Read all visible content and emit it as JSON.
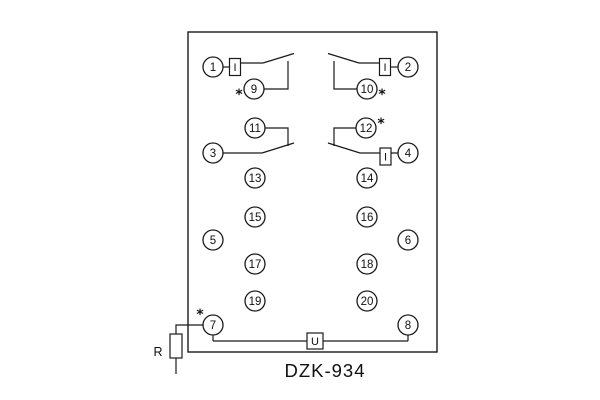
{
  "title": "DZK-934",
  "labels": {
    "coil": "I",
    "voltage": "U",
    "resistor": "R",
    "asterisk": "*"
  },
  "terminals": [
    "1",
    "2",
    "3",
    "4",
    "5",
    "6",
    "7",
    "8",
    "9",
    "10",
    "11",
    "12",
    "13",
    "14",
    "15",
    "16",
    "17",
    "18",
    "19",
    "20"
  ]
}
